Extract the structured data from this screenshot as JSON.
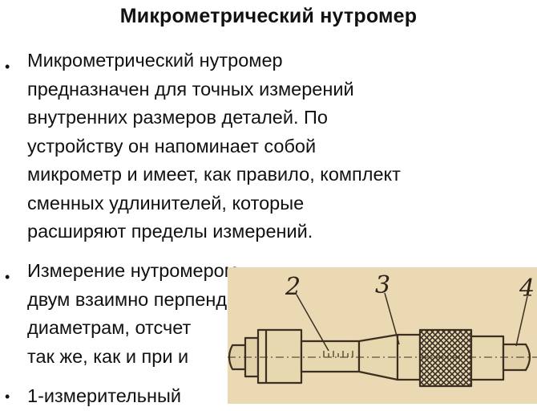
{
  "title": "Микрометрический нутромер",
  "bullets": [
    {
      "marker": "•",
      "lines": [
        "Микрометрический    нутромер",
        "предназначен для точных измерений",
        "внутренних размеров деталей. По",
        "устройству он напоминает собой",
        "микрометр и имеет, как правило, комплект",
        "сменных удлинителей, которые",
        "расширяют пределы измерений."
      ]
    },
    {
      "marker": "•",
      "lines": [
        "Измерение нутромером",
        "двум взаимно перпендикулярным",
        "диаметрам, отсчет",
        "так же, как и при и"
      ]
    },
    {
      "marker": "•",
      "lines": [
        "1-измерительный"
      ]
    }
  ],
  "figure": {
    "labels": [
      "2",
      "3",
      "4"
    ]
  }
}
